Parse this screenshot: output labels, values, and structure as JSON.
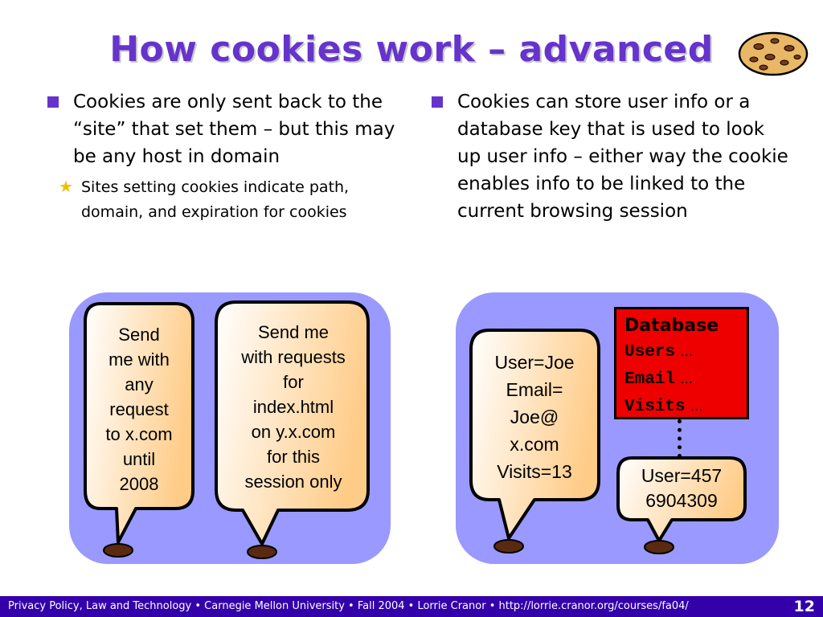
{
  "slide": {
    "title": "How cookies work – advanced",
    "page_number": "12"
  },
  "left_column": {
    "bullet": "Cookies are only sent back to the “site” that set them – but this may be any host in domain",
    "sub_bullet": "Sites setting cookies indicate path, domain, and expiration for cookies"
  },
  "right_column": {
    "bullet": "Cookies can store user info or a database key that is used to look up user info – either way the cookie enables info to be linked to the current browsing session"
  },
  "bubbles": {
    "bubble1": [
      "Send",
      "me with",
      "any",
      "request",
      "to x.com",
      "until",
      "2008"
    ],
    "bubble2": [
      "Send me",
      "with requests",
      "for",
      "index.html",
      "on y.x.com",
      "for this",
      "session only"
    ],
    "bubble3": [
      "User=Joe",
      "Email=",
      "Joe@",
      "x.com",
      "Visits=13"
    ],
    "bubble4": [
      "User=457",
      "6904309"
    ]
  },
  "database": {
    "title": "Database",
    "rows": [
      {
        "field": "Users",
        "ellipsis": "…"
      },
      {
        "field": "Email",
        "ellipsis": "…"
      },
      {
        "field": "Visits",
        "ellipsis": "…"
      }
    ]
  },
  "footer": {
    "text": "Privacy Policy, Law and Technology • Carnegie Mellon University • Fall 2004 • Lorrie Cranor • http://lorrie.cranor.org/courses/fa04/"
  },
  "colors": {
    "title": "#6633cc",
    "panel": "#9999ff",
    "footer": "#3300aa",
    "database": "#ee0000",
    "bubble_fill_start": "#ffffff",
    "bubble_fill_end": "#ffcc88"
  },
  "icons": {
    "cookie": "cookie-icon",
    "bullet": "square-bullet",
    "sub_bullet": "star-bullet"
  }
}
